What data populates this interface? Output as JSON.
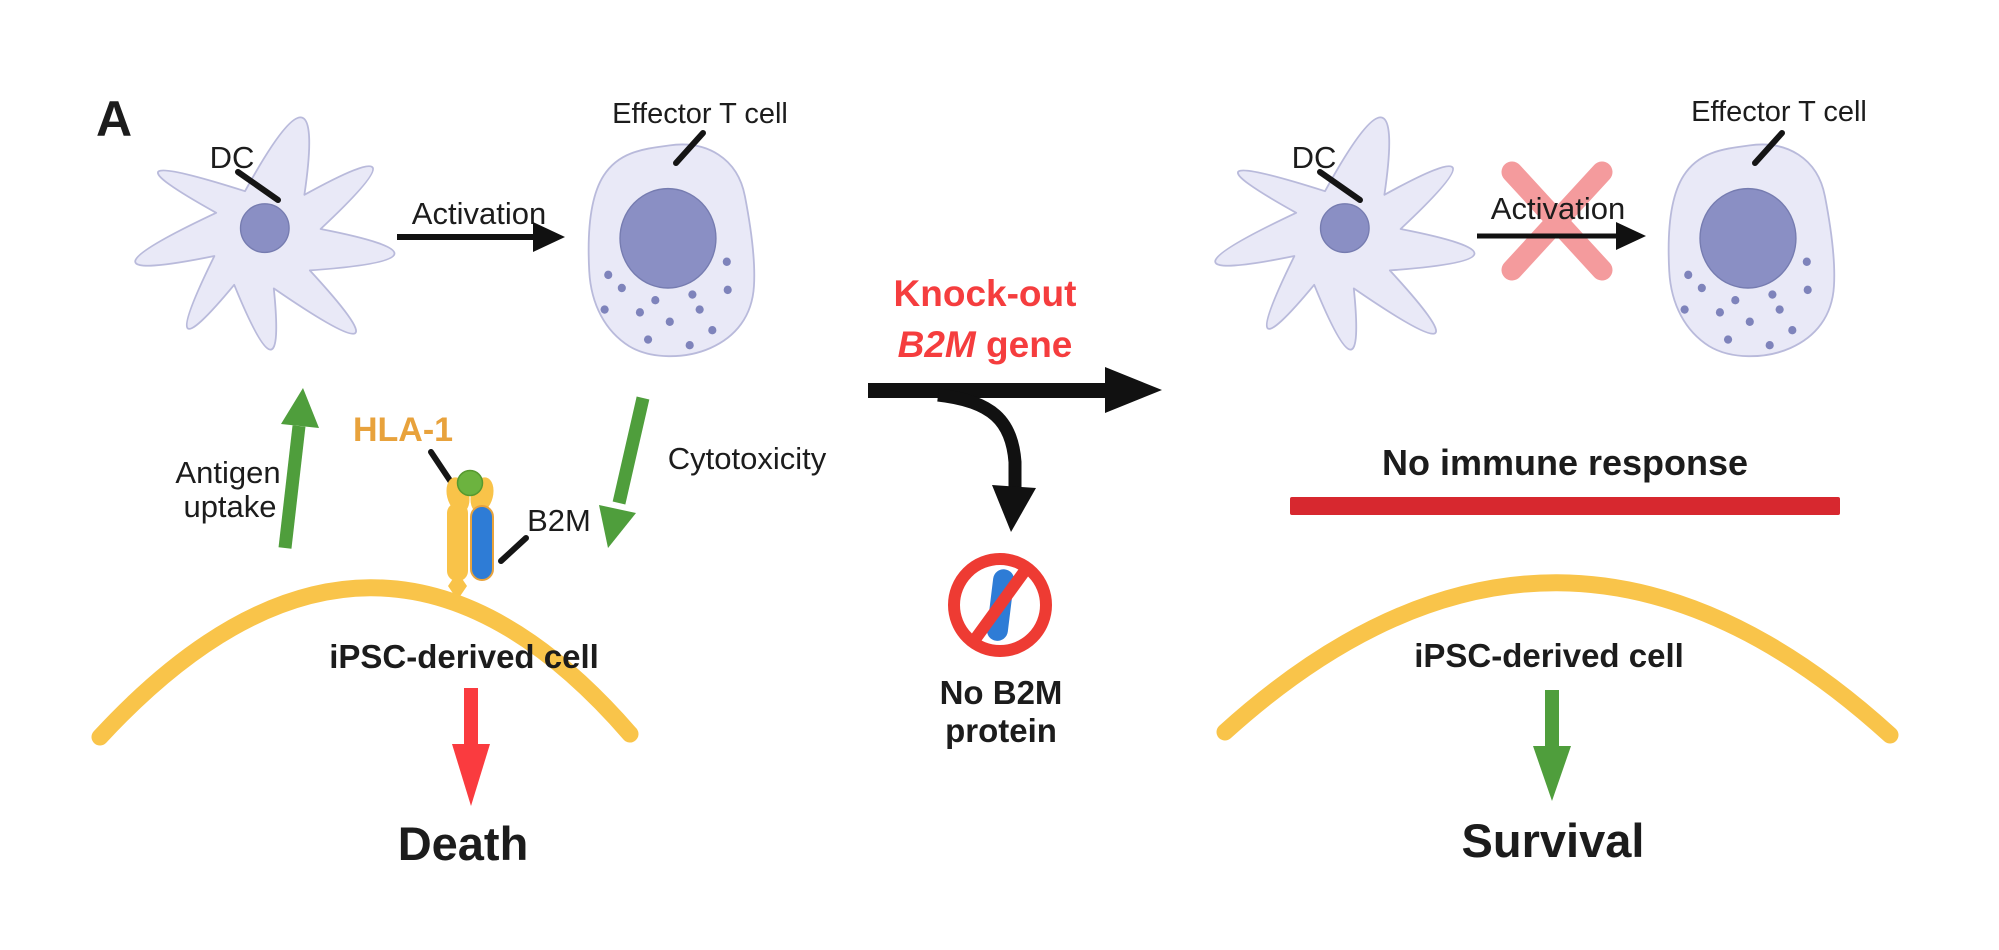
{
  "figure": {
    "panel_label": "A",
    "colors": {
      "cell_fill": "#e9e9f7",
      "cell_stroke": "#b9badb",
      "nucleus": "#8a8fc4",
      "membrane_yellow": "#f9c44a",
      "hla_yellow": "#f9c349",
      "b2m_blue": "#2e7cd6",
      "peptide_green": "#6cb33f",
      "arrow_green": "#4f9e3c",
      "death_arrow_red": "#fa3b3f",
      "knockout_text_red": "#f53d3e",
      "prohibition_red": "#ee3b33",
      "no_immune_bar_red": "#d7282f",
      "blocked_x_pink": "#f49b9d",
      "arrow_black": "#111111"
    },
    "left": {
      "dc_label": "DC",
      "activation_label": "Activation",
      "t_cell_label": "Effector T cell",
      "antigen_uptake": [
        "Antigen",
        "uptake"
      ],
      "hla_label": "HLA-1",
      "b2m_label": "B2M",
      "cytotoxicity_label": "Cytotoxicity",
      "membrane_label": "iPSC-derived cell",
      "outcome_label": "Death"
    },
    "middle": {
      "knockout_line1": "Knock-out",
      "knockout_gene_italic": "B2M",
      "knockout_line2_suffix": " gene",
      "no_b2m_line1": "No B2M",
      "no_b2m_line2": "protein"
    },
    "right": {
      "dc_label": "DC",
      "activation_label": "Activation",
      "t_cell_label": "Effector T cell",
      "no_immune_label": "No immune response",
      "membrane_label": "iPSC-derived cell",
      "outcome_label": "Survival"
    }
  }
}
